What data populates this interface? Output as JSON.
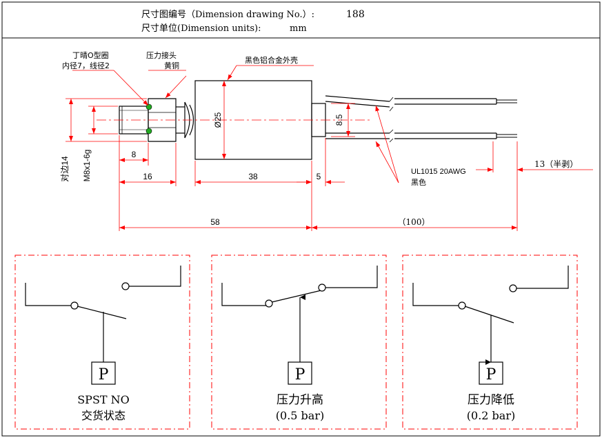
{
  "header": {
    "drawing_no_label": "尺寸图编号（Dimension drawing No.）:",
    "drawing_no_value": "188",
    "units_label": "尺寸单位(Dimension units):",
    "units_value": "mm"
  },
  "callouts": {
    "oring_line1": "丁晴O型圈",
    "oring_line2": "内径7，线径2",
    "fitting_line1": "压力接头",
    "fitting_line2": "黄铜",
    "housing": "黑色铝合金外壳",
    "cable": "UL1015 20AWG",
    "cable_color": "黑色"
  },
  "dimensions": {
    "thread_len": "8",
    "fitting_len": "16",
    "body_len": "38",
    "body_dia": "Ø25",
    "cable_gap": "8.5",
    "tail_len": "5",
    "total_len": "58",
    "cable_len": "（100）",
    "strip_len": "13（半剥）",
    "hex_size": "对边14",
    "thread_spec": "M8x1-6g"
  },
  "colors": {
    "outline": "#000000",
    "dimension": "#ff0000",
    "frame": "#ff0000",
    "oring": "#22aa22"
  },
  "switch_states": [
    {
      "p_label": "P",
      "line1": "SPST NO",
      "line2": "交货状态"
    },
    {
      "p_label": "P",
      "line1": "压力升高",
      "line2": "(0.5 bar)"
    },
    {
      "p_label": "P",
      "line1": "压力降低",
      "line2": "(0.2 bar)"
    }
  ]
}
